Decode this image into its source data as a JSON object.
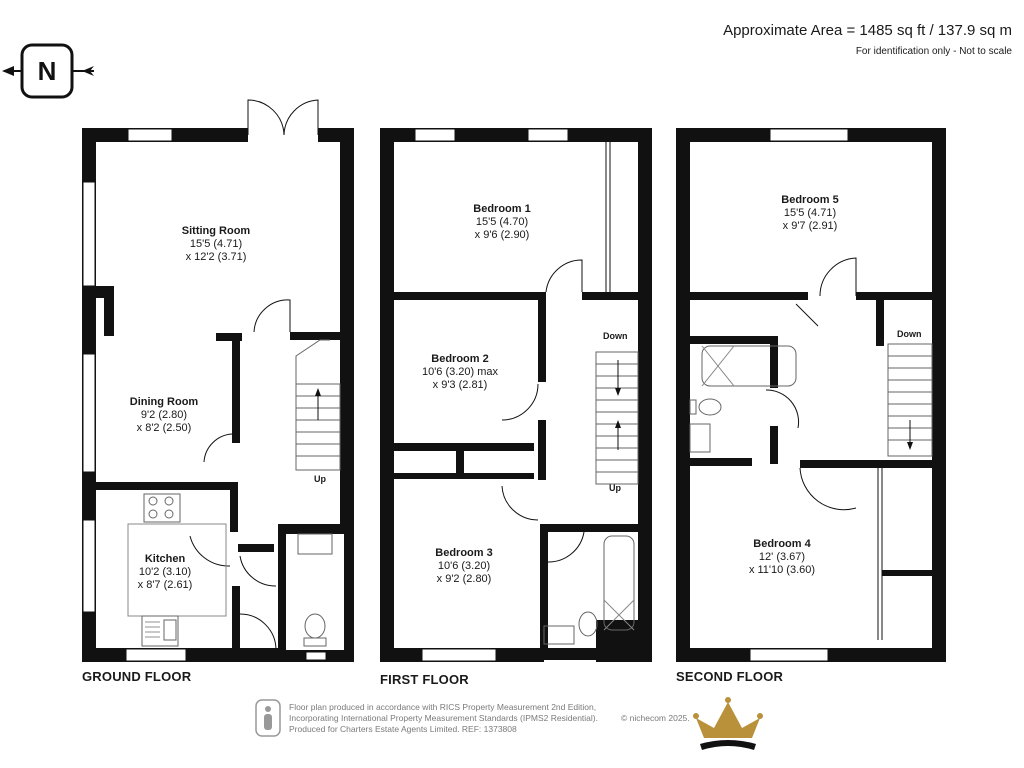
{
  "header": {
    "approximate_area": "Approximate Area = 1485 sq ft / 137.9 sq m",
    "disclaimer": "For identification only - Not to scale"
  },
  "compass": {
    "letter": "N",
    "icon": "north-arrow-icon"
  },
  "floors": [
    {
      "label": "GROUND FLOOR",
      "rooms": [
        {
          "name": "Sitting Room",
          "line1": "15'5 (4.71)",
          "line2": "x 12'2 (3.71)"
        },
        {
          "name": "Dining Room",
          "line1": "9'2 (2.80)",
          "line2": "x 8'2 (2.50)"
        },
        {
          "name": "Kitchen",
          "line1": "10'2 (3.10)",
          "line2": "x 8'7 (2.61)"
        }
      ],
      "stairs": [
        "Up"
      ]
    },
    {
      "label": "FIRST FLOOR",
      "rooms": [
        {
          "name": "Bedroom 1",
          "line1": "15'5 (4.70)",
          "line2": "x 9'6 (2.90)"
        },
        {
          "name": "Bedroom 2",
          "line1": "10'6 (3.20) max",
          "line2": "x 9'3 (2.81)"
        },
        {
          "name": "Bedroom 3",
          "line1": "10'6 (3.20)",
          "line2": "x 9'2 (2.80)"
        }
      ],
      "stairs": [
        "Down",
        "Up"
      ]
    },
    {
      "label": "SECOND FLOOR",
      "rooms": [
        {
          "name": "Bedroom 5",
          "line1": "15'5 (4.71)",
          "line2": "x 9'7 (2.91)"
        },
        {
          "name": "Bedroom 4",
          "line1": "12' (3.67)",
          "line2": "x 11'10 (3.60)"
        }
      ],
      "stairs": [
        "Down"
      ]
    }
  ],
  "footer": {
    "line1": "Floor plan produced in accordance with RICS Property Measurement 2nd Edition,",
    "line2": "Incorporating International Property Measurement Standards (IPMS2 Residential).",
    "line3": "Produced for Charters Estate Agents Limited.   REF: 1373808",
    "copyright": "© nichecom 2025.",
    "logo_icon": "crown-logo-icon",
    "badge_icon": "person-badge-icon"
  },
  "colors": {
    "wall": "#111111",
    "fixture": "#666666",
    "window": "#ffffff",
    "logo_gold": "#b8913a"
  }
}
